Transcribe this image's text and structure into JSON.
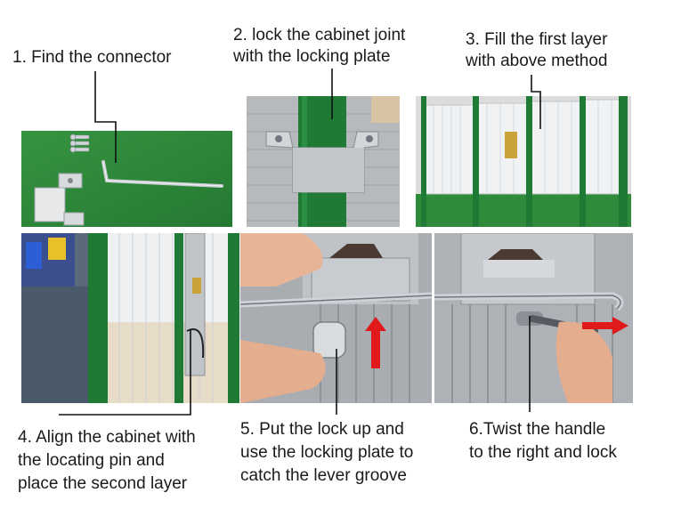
{
  "steps": [
    {
      "number": 1,
      "text": "1. Find the connector"
    },
    {
      "number": 2,
      "text": "2. lock the cabinet joint\nwith the locking plate"
    },
    {
      "number": 3,
      "text": "3. Fill the first layer\nwith above method"
    },
    {
      "number": 4,
      "text": "4. Align the cabinet with\nthe locating pin and\nplace the second layer"
    },
    {
      "number": 5,
      "text": "5. Put the lock up and\nuse the locking plate to\ncatch the lever groove"
    },
    {
      "number": 6,
      "text": "6.Twist the handle\nto the right and lock"
    }
  ],
  "colors": {
    "cabinet_green": "#1f7a35",
    "mat_green": "#2e8b3a",
    "steel": "#b8bcc2",
    "arrow_red": "#e01a1a",
    "leader_line": "#111111"
  }
}
